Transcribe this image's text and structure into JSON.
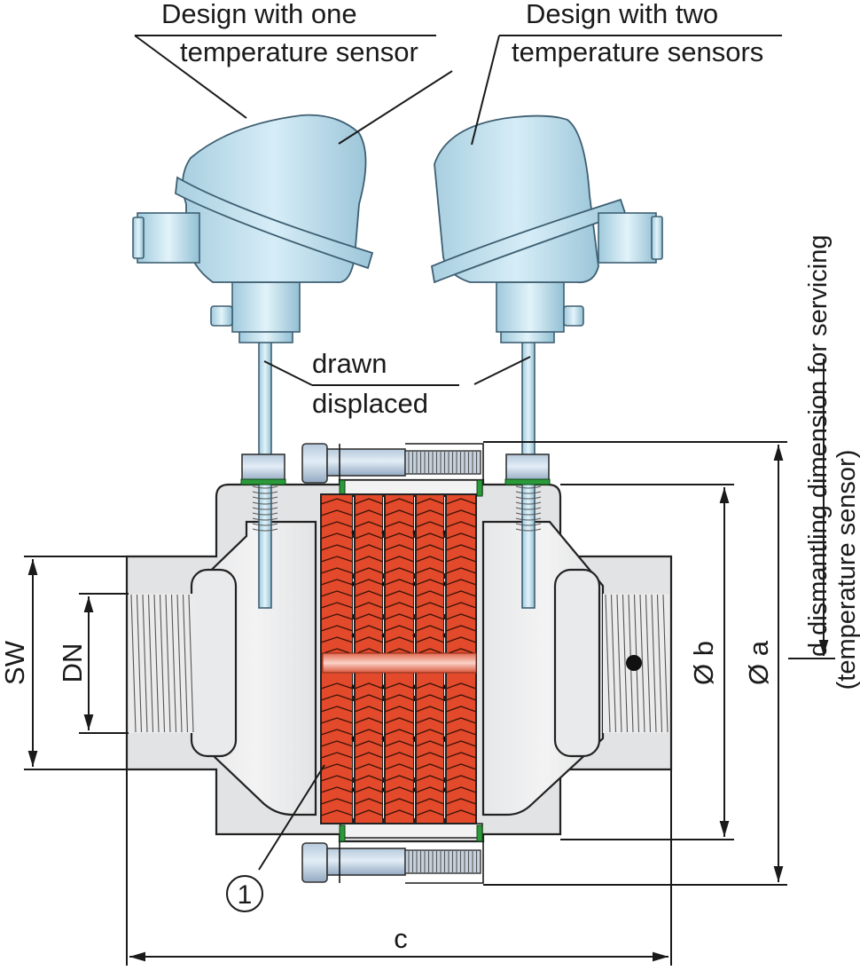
{
  "diagram": {
    "title": "Strainer / filter housing with temperature sensor ports",
    "callouts": {
      "one_sensor_line1": "Design with one",
      "one_sensor_line2": "temperature sensor",
      "two_sensor_line1": "Design with two",
      "two_sensor_line2": "temperature sensors",
      "drawn": "drawn",
      "displaced": "displaced",
      "part_number": "1"
    },
    "dimensions": {
      "sw": "SW",
      "dn": "DN",
      "phi_b": "Ø b",
      "phi_a": "Ø a",
      "c": "c",
      "d_line1": "d dismantling dimension for servicing",
      "d_line2": "(temperature sensor)"
    },
    "components": [
      {
        "id": "sensor-head-left",
        "label": "Temperature sensor connection head (one sensor design)"
      },
      {
        "id": "sensor-head-right",
        "label": "Temperature sensor connection head (two sensor design)"
      },
      {
        "id": "filter-element",
        "label": "Filter element (1)"
      },
      {
        "id": "housing",
        "label": "Threaded housing with flanged cover"
      },
      {
        "id": "bolts",
        "label": "Cover bolts"
      }
    ],
    "colors": {
      "sensor": "#bfe0ee",
      "housing": "#e2e3e5",
      "filter_element": "#e3492b",
      "gasket": "#2a9a3a",
      "lines": "#1a1a1a"
    }
  }
}
